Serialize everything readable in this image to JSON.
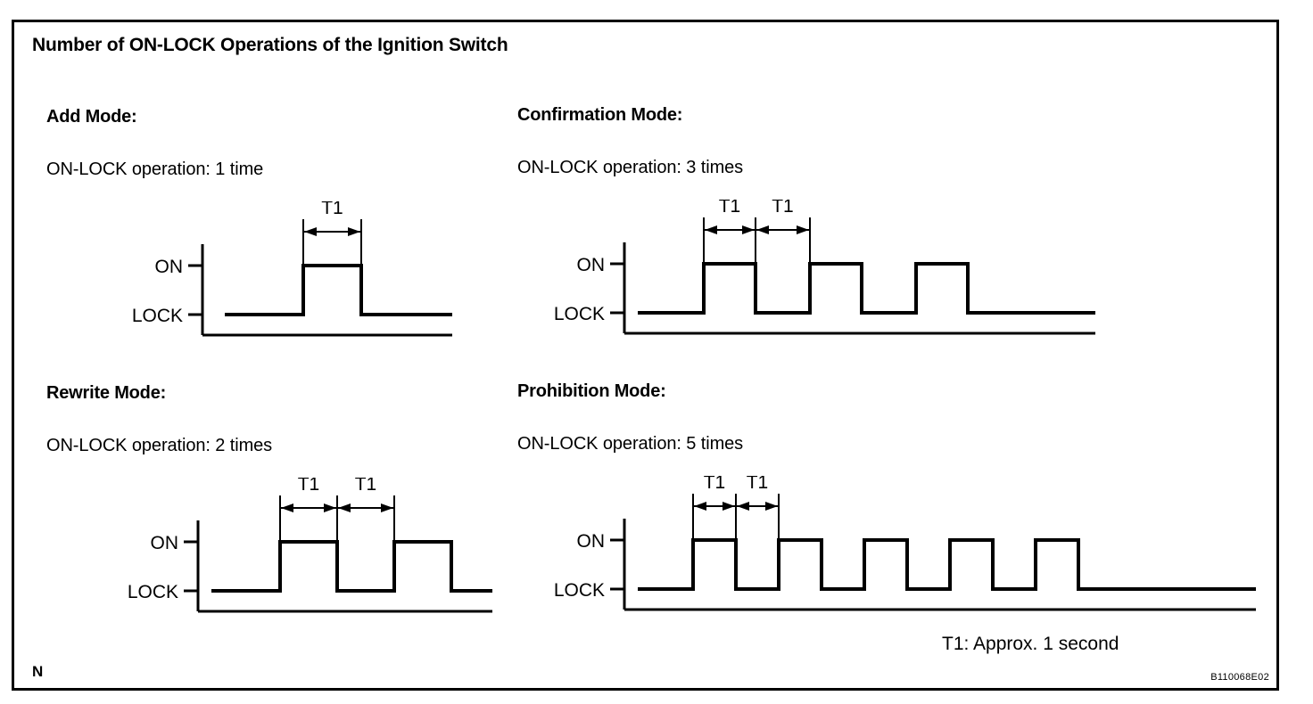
{
  "figure": {
    "title": "Number of ON-LOCK Operations of the Ignition Switch",
    "corner_mark": "N",
    "code": "B110068E02",
    "footnote": "T1: Approx. 1 second",
    "line_color": "#000000",
    "background_color": "#ffffff"
  },
  "axis_labels": {
    "high": "ON",
    "low": "LOCK"
  },
  "dimension_label": "T1",
  "panels": [
    {
      "id": "add-mode",
      "heading": "Add Mode:",
      "subtitle": "ON-LOCK operation: 1 time",
      "operation_count": 1,
      "dimension_count": 1
    },
    {
      "id": "confirmation-mode",
      "heading": "Confirmation Mode:",
      "subtitle": "ON-LOCK operation: 3 times",
      "operation_count": 3,
      "dimension_count": 2
    },
    {
      "id": "rewrite-mode",
      "heading": "Rewrite Mode:",
      "subtitle": "ON-LOCK operation: 2 times",
      "operation_count": 2,
      "dimension_count": 2
    },
    {
      "id": "prohibition-mode",
      "heading": "Prohibition Mode:",
      "subtitle": "ON-LOCK operation: 5 times",
      "operation_count": 5,
      "dimension_count": 2
    }
  ],
  "chart_data": {
    "type": "line",
    "title": "Number of ON-LOCK Operations of the Ignition Switch",
    "description": "Four ignition-switch timing waveforms. Each waveform is a square wave toggling between the LOCK (low) and ON (high) states; the number of ON pulses equals the number of ON-LOCK operations for that mode. T1 marks one pulse width, approximately 1 second.",
    "ylabel": "",
    "xlabel": "",
    "y_levels": [
      "LOCK",
      "ON"
    ],
    "annotations": [
      "T1: Approx. 1 second"
    ],
    "grid": false,
    "legend": false,
    "series": [
      {
        "name": "Add Mode",
        "pulses": 1,
        "pulse_width_t1": 1,
        "gap_width_t1": 1,
        "values": [
          0,
          1,
          0
        ]
      },
      {
        "name": "Confirmation Mode",
        "pulses": 3,
        "pulse_width_t1": 1,
        "gap_width_t1": 1,
        "values": [
          0,
          1,
          0,
          1,
          0,
          1,
          0
        ]
      },
      {
        "name": "Rewrite Mode",
        "pulses": 2,
        "pulse_width_t1": 1,
        "gap_width_t1": 1,
        "values": [
          0,
          1,
          0,
          1,
          0
        ]
      },
      {
        "name": "Prohibition Mode",
        "pulses": 5,
        "pulse_width_t1": 1,
        "gap_width_t1": 1,
        "values": [
          0,
          1,
          0,
          1,
          0,
          1,
          0,
          1,
          0,
          1,
          0
        ]
      }
    ]
  }
}
